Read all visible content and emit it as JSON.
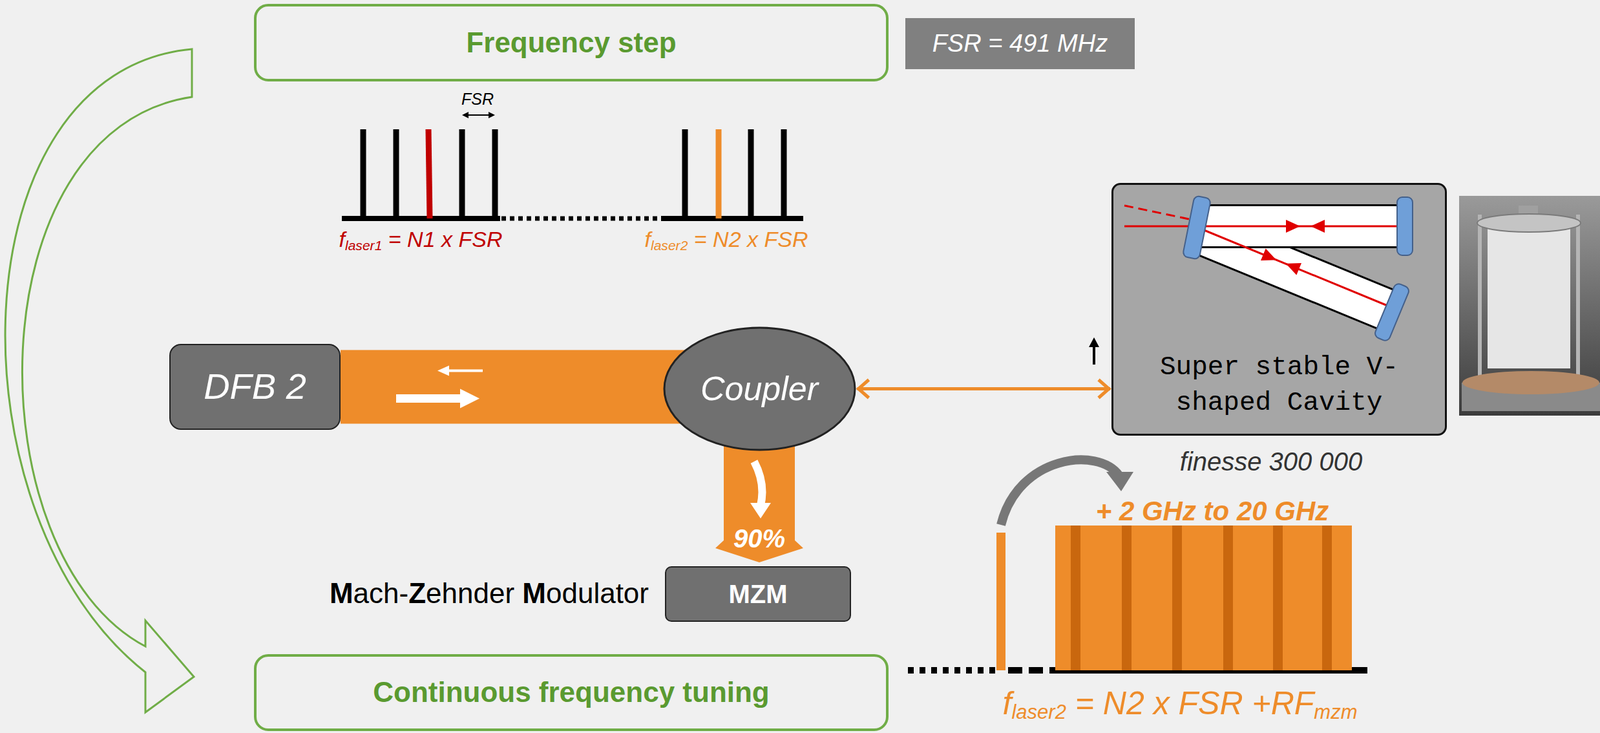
{
  "diagram": {
    "nodes": [
      {
        "text": [
          "Frequency step"
        ]
      },
      {
        "text": [
          "FSR = 491 MHz"
        ]
      },
      {
        "text": [
          "DFB 2"
        ]
      },
      {
        "text": [
          "Coupler"
        ]
      },
      {
        "text": [
          "Super stable V-shaped Cavity"
        ]
      },
      {
        "text": [
          "MZM"
        ]
      },
      {
        "text": [
          "Continuous frequency tuning"
        ]
      }
    ],
    "edges": [
      {
        "from": 0,
        "to": 6,
        "arrow": "to"
      },
      {
        "from": 2,
        "to": 3,
        "arrow": "both"
      },
      {
        "from": 3,
        "to": 4,
        "arrow": "both"
      },
      {
        "from": 3,
        "to": 5,
        "label": "90%",
        "arrow": "to"
      }
    ],
    "labels": [
      "FSR",
      "flaser1 = N1 x FSR",
      "flaser2 = N2 x FSR",
      "Mach-Zehnder Modulator",
      "finesse 300 000",
      "+ 2 GHz to 20 GHz",
      "flaser2 = N2 x FSR +RFmzm"
    ]
  }
}
